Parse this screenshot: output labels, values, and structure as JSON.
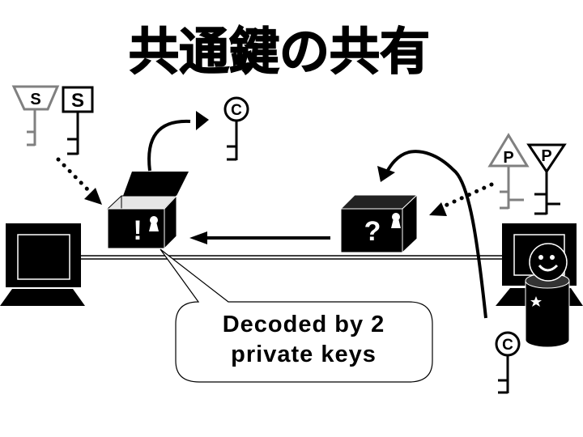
{
  "slide": {
    "title": "共通鍵の共有",
    "callout_lines": [
      "Decoded by 2",
      "private keys"
    ]
  },
  "keys": {
    "sender_private_gray": "S",
    "sender_private_black": "S",
    "common_top": "C",
    "receiver_public_gray": "P",
    "receiver_public_black": "P",
    "common_bottom": "C"
  },
  "boxes": {
    "opened_symbol": "!",
    "locked_symbol": "?"
  },
  "colors": {
    "ink": "#000000",
    "gray_key": "#808080",
    "box_inner": "#e6e6e6",
    "cylinder_top": "#333333"
  }
}
